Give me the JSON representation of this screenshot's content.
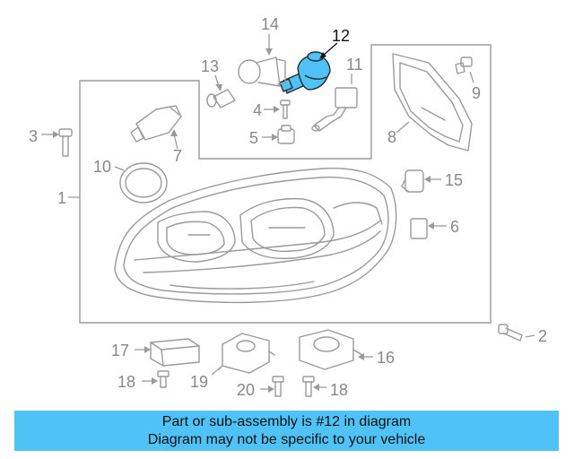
{
  "callouts": {
    "c1": "1",
    "c2": "2",
    "c3": "3",
    "c4": "4",
    "c5": "5",
    "c6": "6",
    "c7": "7",
    "c8": "8",
    "c9": "9",
    "c10": "10",
    "c11": "11",
    "c12": "12",
    "c13": "13",
    "c14": "14",
    "c15": "15",
    "c16": "16",
    "c17": "17",
    "c18a": "18",
    "c18b": "18",
    "c19": "19",
    "c20": "20"
  },
  "highlighted_part": "12",
  "colors": {
    "highlight": "#4fc3f7",
    "banner_background": "#4fc3f7",
    "line_gray": "#9a9a9a",
    "callout_gray": "#888888"
  },
  "banner": {
    "line1": "Part or sub-assembly is #12 in diagram",
    "line2": "Diagram may not be specific to your vehicle"
  }
}
